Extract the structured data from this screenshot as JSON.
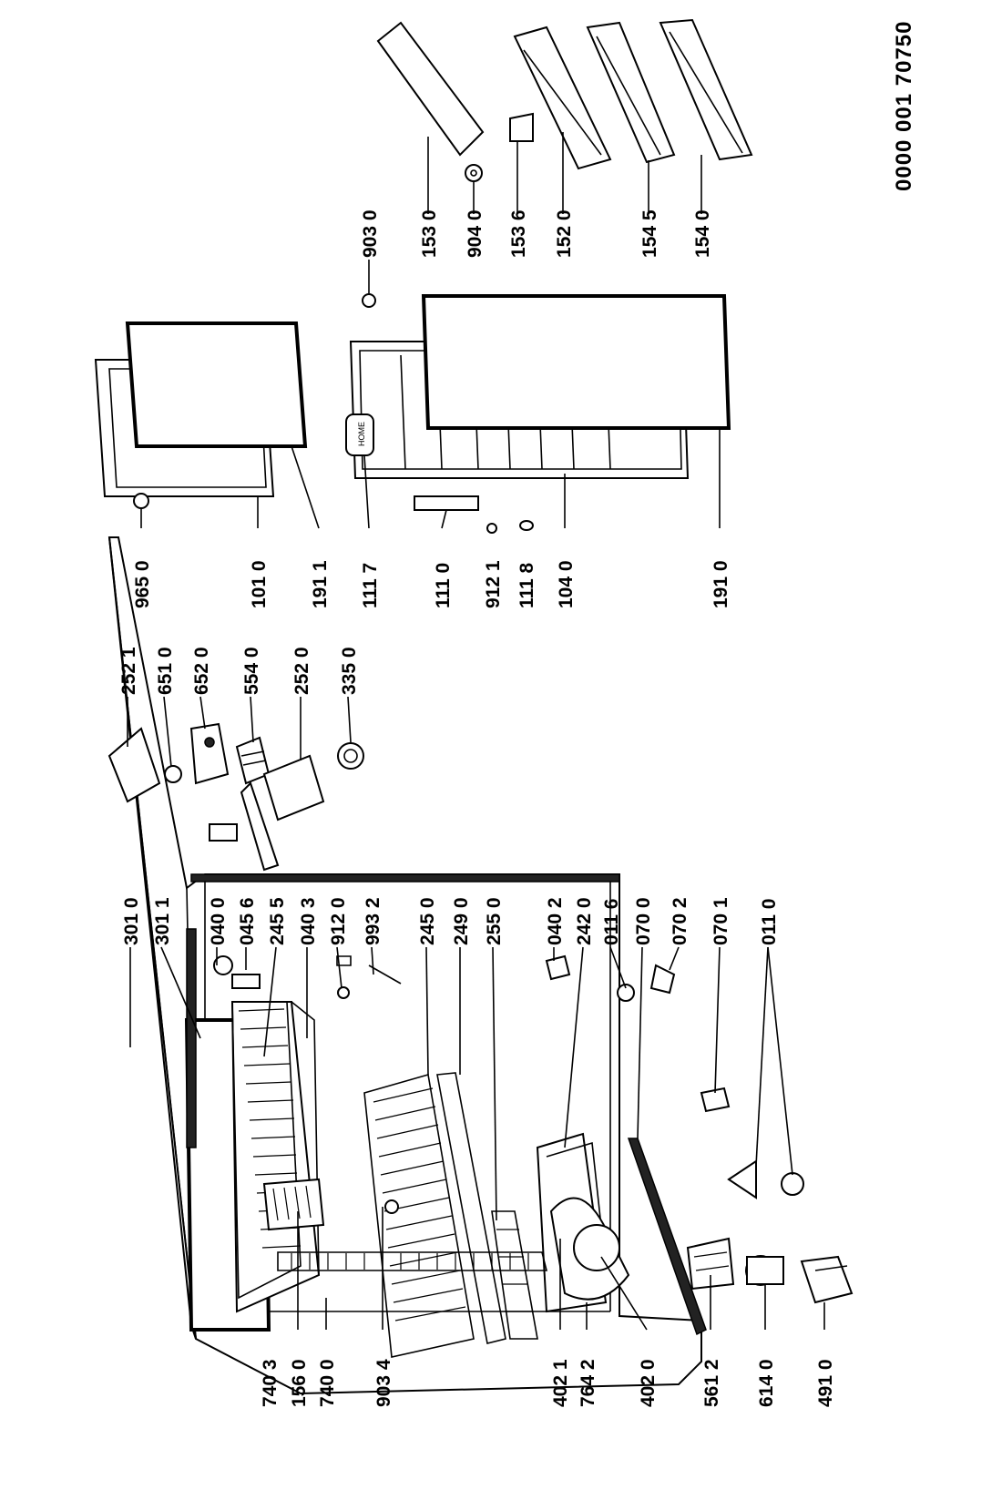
{
  "document": {
    "doc_id": "0000 001 70750"
  },
  "callouts": [
    {
      "id": "c-7403",
      "label": "740 3"
    },
    {
      "id": "c-1560",
      "label": "156 0"
    },
    {
      "id": "c-7400",
      "label": "740 0"
    },
    {
      "id": "c-9034",
      "label": "903 4"
    },
    {
      "id": "c-4021",
      "label": "402 1"
    },
    {
      "id": "c-7642",
      "label": "764 2"
    },
    {
      "id": "c-4020",
      "label": "402 0"
    },
    {
      "id": "c-5612",
      "label": "561 2"
    },
    {
      "id": "c-6140",
      "label": "614 0"
    },
    {
      "id": "c-4910",
      "label": "491 0"
    },
    {
      "id": "c-3010",
      "label": "301 0"
    },
    {
      "id": "c-3011",
      "label": "301 1"
    },
    {
      "id": "c-0400",
      "label": "040 0"
    },
    {
      "id": "c-0456",
      "label": "045 6"
    },
    {
      "id": "c-2455",
      "label": "245 5"
    },
    {
      "id": "c-0403",
      "label": "040 3"
    },
    {
      "id": "c-9120",
      "label": "912 0"
    },
    {
      "id": "c-9932",
      "label": "993 2"
    },
    {
      "id": "c-2450",
      "label": "245 0"
    },
    {
      "id": "c-2490",
      "label": "249 0"
    },
    {
      "id": "c-2550",
      "label": "255 0"
    },
    {
      "id": "c-0402",
      "label": "040 2"
    },
    {
      "id": "c-2420",
      "label": "242 0"
    },
    {
      "id": "c-0116",
      "label": "011 6"
    },
    {
      "id": "c-0700",
      "label": "070 0"
    },
    {
      "id": "c-0702",
      "label": "070 2"
    },
    {
      "id": "c-0701",
      "label": "070 1"
    },
    {
      "id": "c-0110",
      "label": "011 0"
    },
    {
      "id": "c-2521",
      "label": "252 1"
    },
    {
      "id": "c-6510",
      "label": "651 0"
    },
    {
      "id": "c-6520",
      "label": "652 0"
    },
    {
      "id": "c-5540",
      "label": "554 0"
    },
    {
      "id": "c-2520",
      "label": "252 0"
    },
    {
      "id": "c-3350",
      "label": "335 0"
    },
    {
      "id": "c-9650",
      "label": "965 0"
    },
    {
      "id": "c-1010",
      "label": "101 0"
    },
    {
      "id": "c-1911",
      "label": "191 1"
    },
    {
      "id": "c-1117",
      "label": "111 7"
    },
    {
      "id": "c-1110",
      "label": "111 0"
    },
    {
      "id": "c-9121",
      "label": "912 1"
    },
    {
      "id": "c-1118",
      "label": "111 8"
    },
    {
      "id": "c-1040",
      "label": "104 0"
    },
    {
      "id": "c-1910",
      "label": "191 0"
    },
    {
      "id": "c-9030",
      "label": "903 0"
    },
    {
      "id": "c-1530",
      "label": "153 0"
    },
    {
      "id": "c-9040",
      "label": "904 0"
    },
    {
      "id": "c-1536",
      "label": "153 6"
    },
    {
      "id": "c-1520",
      "label": "152 0"
    },
    {
      "id": "c-1545",
      "label": "154 5"
    },
    {
      "id": "c-1540",
      "label": "154 0"
    }
  ],
  "badge_text": "HOME"
}
